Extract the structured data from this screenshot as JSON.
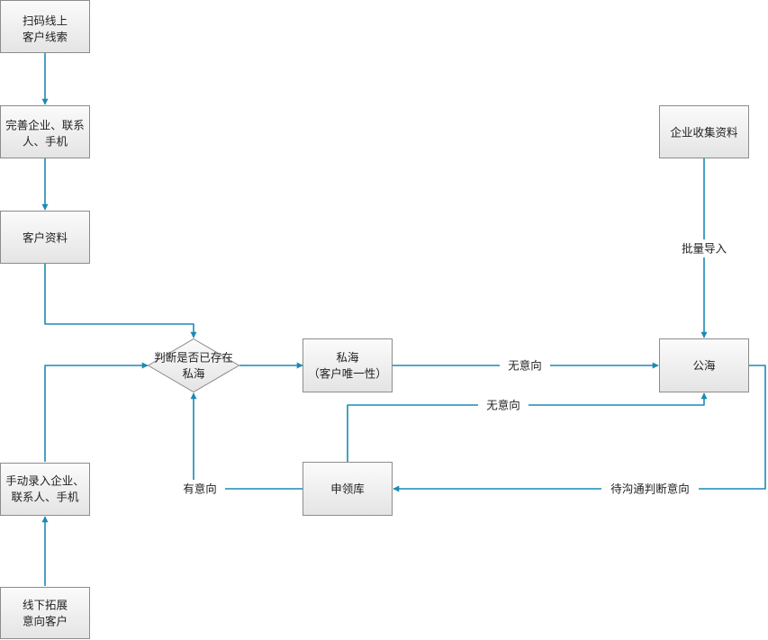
{
  "colors": {
    "edge": "#1a8ab5",
    "node_border": "#8c8c8c",
    "node_fill_top": "#fbfbfb",
    "node_fill_bottom": "#e4e4e4",
    "text": "#222222"
  },
  "nodes": {
    "scan_leads": {
      "lines": [
        "扫码线上",
        "客户线索"
      ]
    },
    "complete_info": {
      "lines": [
        "完善企业、联系",
        "人、手机"
      ]
    },
    "customer_data": {
      "lines": [
        "客户资料"
      ]
    },
    "judge_exists": {
      "lines": [
        "判断是否已存在",
        "私海"
      ]
    },
    "private_sea": {
      "lines": [
        "私海",
        "（客户唯一性）"
      ]
    },
    "public_sea": {
      "lines": [
        "公海"
      ]
    },
    "company_collect": {
      "lines": [
        "企业收集资料"
      ]
    },
    "claim_pool": {
      "lines": [
        "申领库"
      ]
    },
    "manual_entry": {
      "lines": [
        "手动录入企业、",
        "联系人、手机"
      ]
    },
    "offline_expand": {
      "lines": [
        "线下拓展",
        "意向客户"
      ]
    }
  },
  "edge_labels": {
    "batch_import": "批量导入",
    "no_intent_private": "无意向",
    "no_intent_claim": "无意向",
    "has_intent": "有意向",
    "pending_contact": "待沟通判断意向"
  }
}
